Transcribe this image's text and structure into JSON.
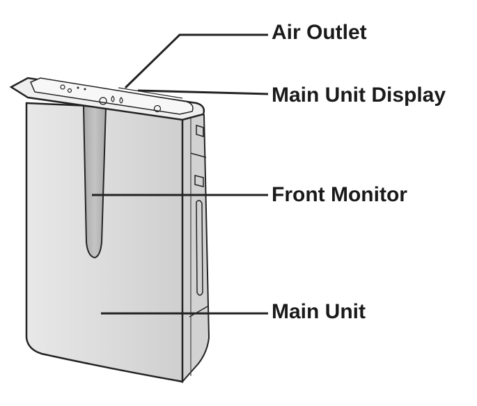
{
  "labels": {
    "air_outlet": "Air Outlet",
    "main_unit_display": "Main Unit Display",
    "front_monitor": "Front Monitor",
    "main_unit": "Main Unit"
  },
  "colors": {
    "body_fill": "#e3e3e3",
    "side_fill": "#d6d6d6",
    "monitor_fill": "#b8b8b8",
    "outline": "#222222",
    "leader_line": "#222222"
  }
}
